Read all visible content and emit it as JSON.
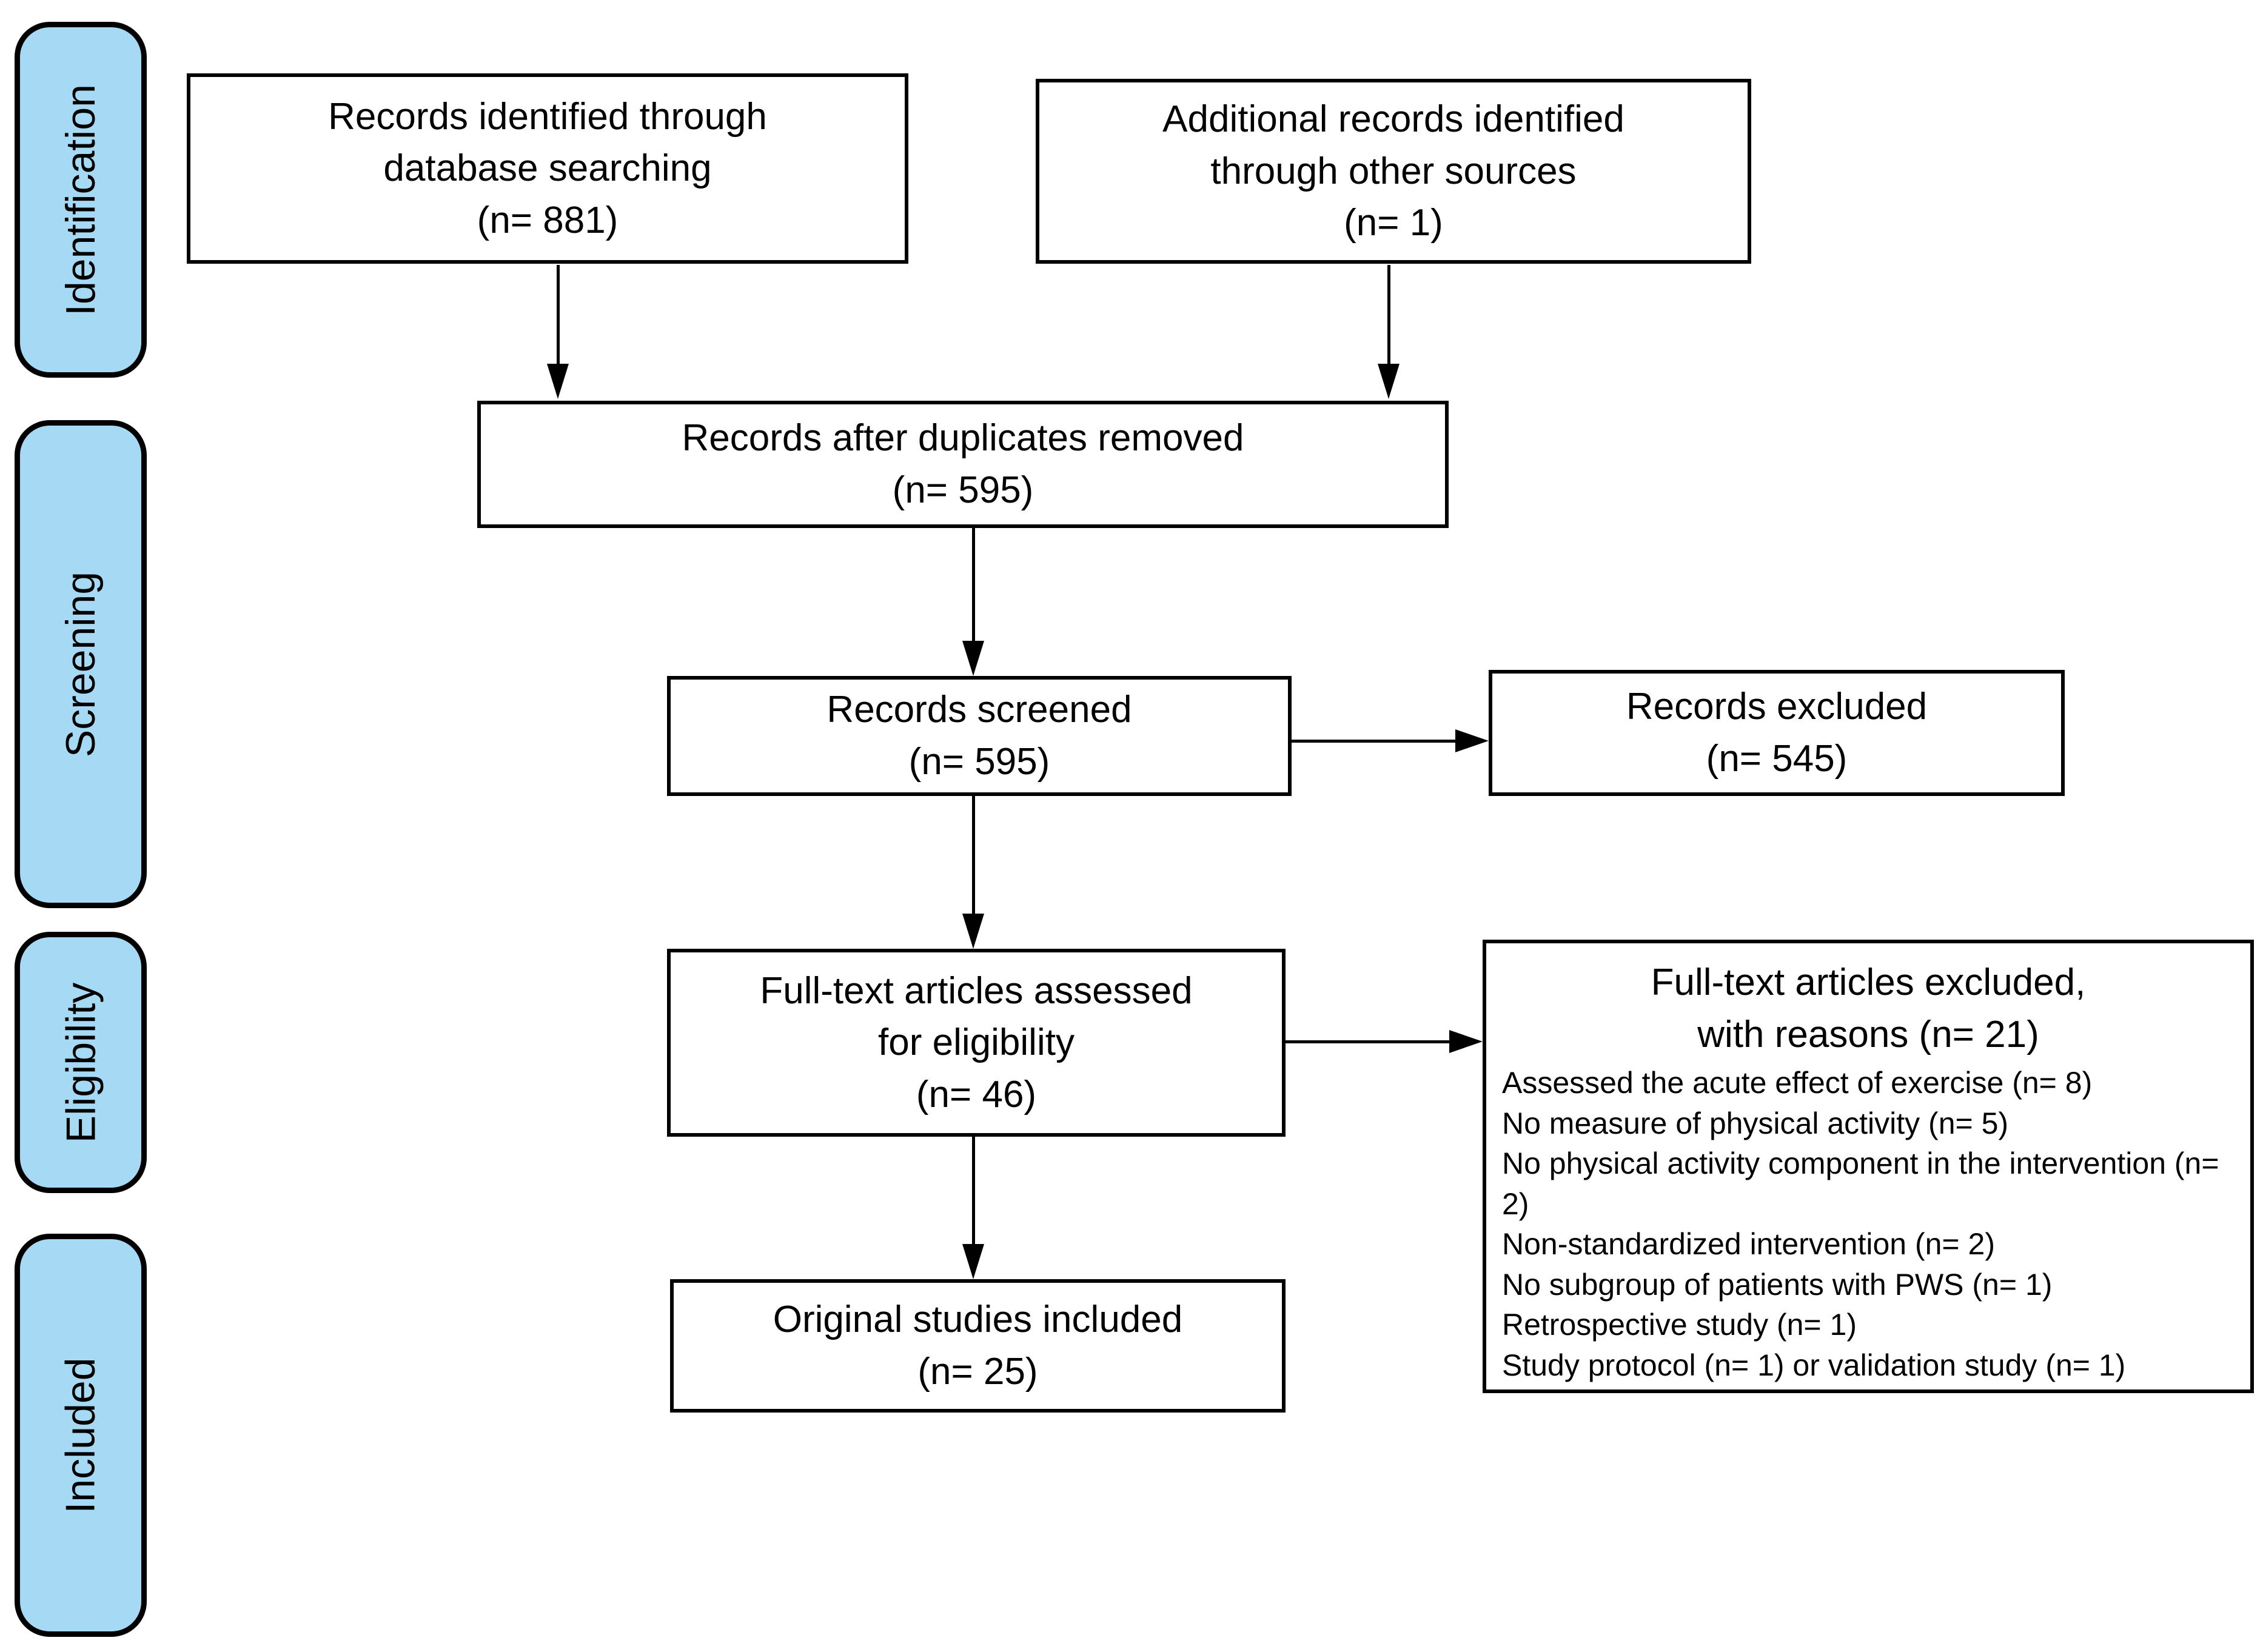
{
  "colors": {
    "stage_fill": "#A6D9F4",
    "line": "#000000",
    "box_fill": "#FFFFFF"
  },
  "stages": {
    "identification": "Identification",
    "screening": "Screening",
    "eligibility": "Eligibility",
    "included": "Included"
  },
  "boxes": {
    "records_identified": {
      "lines": [
        "Records identified through",
        "database searching",
        "(n= 881)"
      ]
    },
    "additional_records": {
      "lines": [
        "Additional records identified",
        "through other sources",
        "(n= 1)"
      ]
    },
    "after_duplicates": {
      "lines": [
        "Records after duplicates removed",
        "(n= 595)"
      ]
    },
    "records_screened": {
      "lines": [
        "Records screened",
        "(n= 595)"
      ]
    },
    "records_excluded": {
      "lines": [
        "Records excluded",
        "(n= 545)"
      ]
    },
    "fulltext_assessed": {
      "lines": [
        "Full-text articles assessed",
        "for eligibility",
        "(n= 46)"
      ]
    },
    "fulltext_excluded": {
      "title_lines": [
        "Full-text articles excluded,",
        "with reasons (n= 21)"
      ],
      "reasons": [
        "Assessed the acute effect of exercise (n= 8)",
        "No measure of physical activity (n= 5)",
        "No physical activity component in the intervention (n= 2)",
        "Non-standardized intervention (n= 2)",
        "No subgroup of patients with PWS (n= 1)",
        "Retrospective study (n= 1)",
        "Study protocol (n= 1) or validation study (n= 1)"
      ]
    },
    "studies_included": {
      "lines": [
        "Original studies included",
        "(n= 25)"
      ]
    }
  }
}
